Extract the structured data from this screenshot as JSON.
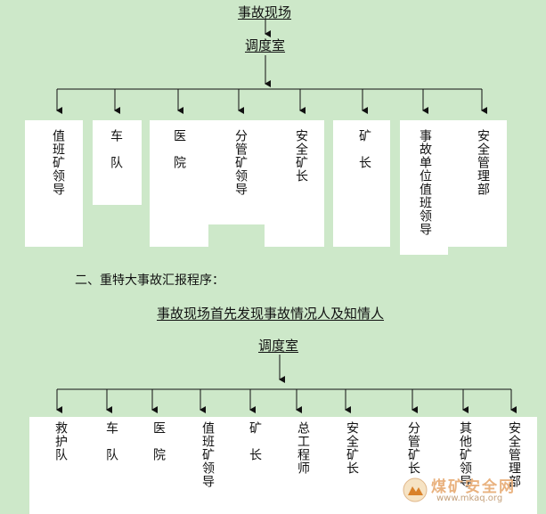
{
  "part1": {
    "top_label": "事故现场",
    "dispatch_label": "调度室",
    "nodes": [
      "值班矿领导",
      "车　队",
      "医　院",
      "分管矿领导",
      "安全矿长",
      "矿　长",
      "事故单位值班领导",
      "安全管理部"
    ]
  },
  "section2_title": "二、重特大事故汇报程序：",
  "part2": {
    "top_label": "事故现场首先发现事故情况人及知情人",
    "dispatch_label": "调度室",
    "nodes": [
      "救护队",
      "车　队",
      "医　院",
      "值班矿领导",
      "矿　长",
      "总工程师",
      "安全矿长",
      "分管矿长",
      "其他矿领导",
      "安全管理部"
    ]
  },
  "watermark": {
    "text": "煤矿安全网",
    "url": "www.mkaq.org"
  }
}
